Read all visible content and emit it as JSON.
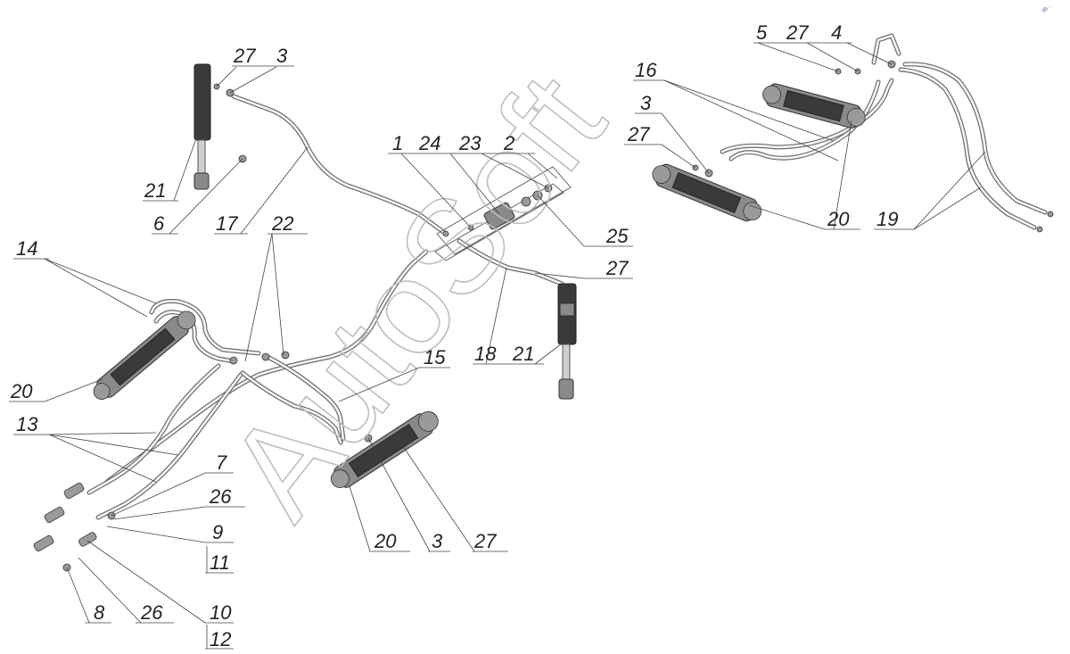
{
  "watermark": "AutoSoft",
  "corner_mark": "sb ..",
  "labels": {
    "l27a": "27",
    "l3a": "3",
    "l21a": "21",
    "l6": "6",
    "l17": "17",
    "l1": "1",
    "l24": "24",
    "l23": "23",
    "l2": "2",
    "l25": "25",
    "l27b": "27",
    "l18": "18",
    "l21b": "21",
    "l15": "15",
    "l22": "22",
    "l14": "14",
    "l20a": "20",
    "l13": "13",
    "l7": "7",
    "l26a": "26",
    "l9": "9",
    "l11": "11",
    "l8": "8",
    "l26b": "26",
    "l10": "10",
    "l12": "12",
    "l20b": "20",
    "l3b": "3",
    "l27c": "27",
    "l16": "16",
    "l3c": "3",
    "l27d": "27",
    "l5": "5",
    "l27e": "27",
    "l4": "4",
    "l20c": "20",
    "l19": "19"
  }
}
